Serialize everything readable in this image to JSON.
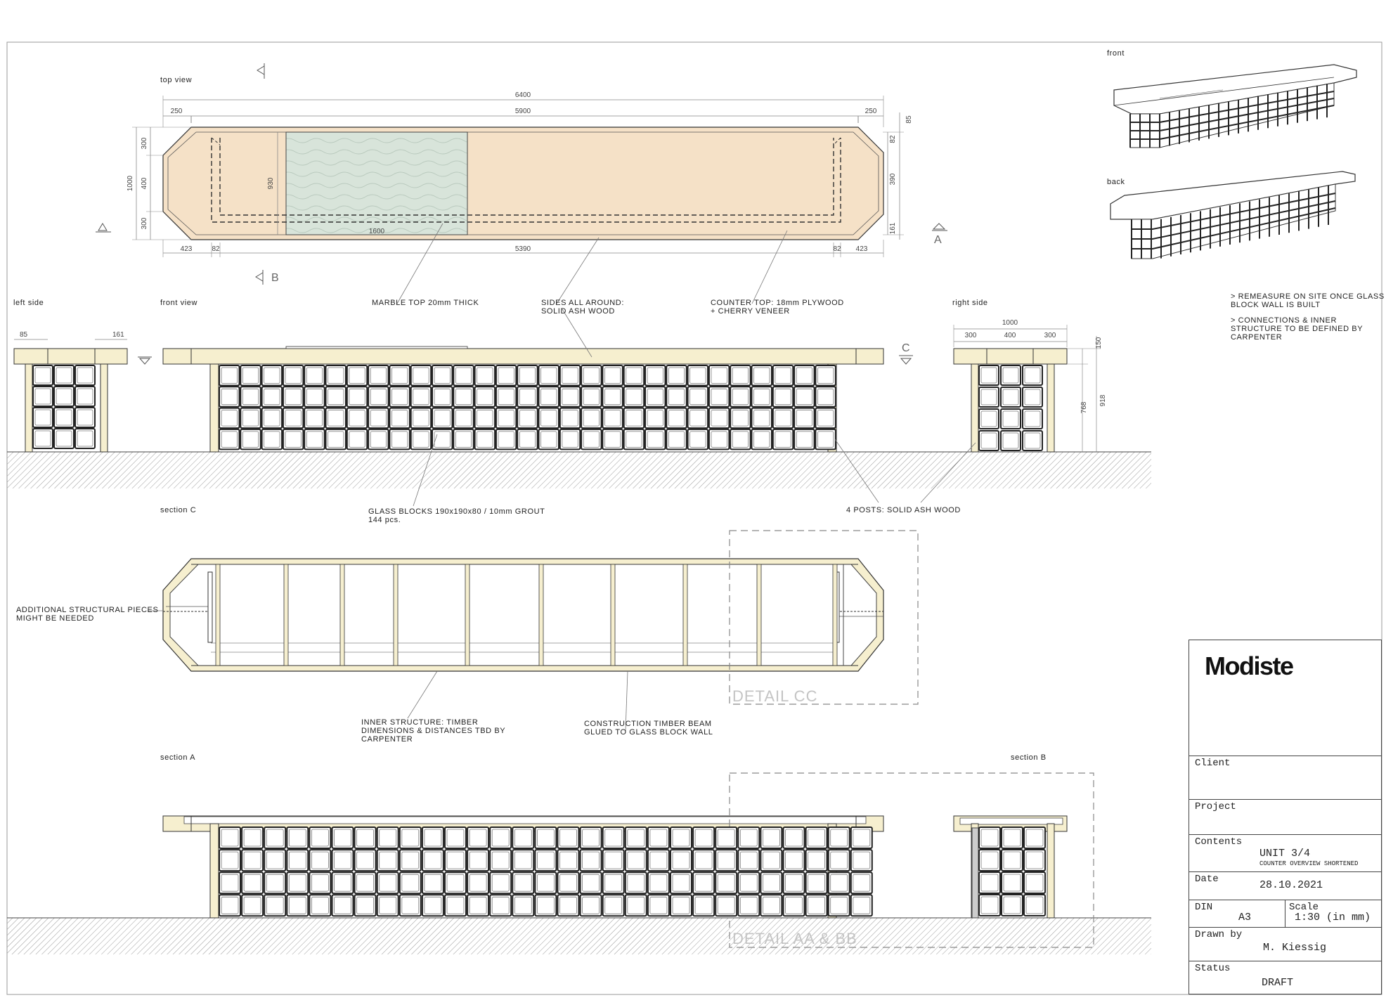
{
  "views": {
    "top_view": "top view",
    "front_iso": "front",
    "back_iso": "back",
    "left_side": "left side",
    "front_view": "front view",
    "right_side": "right side",
    "section_c": "section C",
    "section_a": "section A",
    "section_b": "section B"
  },
  "dimensions": {
    "total": "6400",
    "inner": "5900",
    "end_left": "250",
    "end_right": "250",
    "gap_right": "85",
    "w300a": "300",
    "w400": "400",
    "w300b": "300",
    "w1000": "1000",
    "w930": "930",
    "w1600": "1600",
    "w390": "390",
    "w82a": "82",
    "w161": "161",
    "b423a": "423",
    "b82a": "82",
    "b5390": "5390",
    "b82b": "82",
    "b423b": "423",
    "ls85": "85",
    "ls161": "161",
    "rs1000": "1000",
    "rs300a": "300",
    "rs400": "400",
    "rs300b": "300",
    "rs150": "150",
    "rs768": "768",
    "rs918": "918"
  },
  "markers": {
    "a": "A",
    "b": "B",
    "c": "C"
  },
  "annotations": {
    "marble": "MARBLE TOP 20mm THICK",
    "sides": "SIDES ALL AROUND:\nSOLID ASH WOOD",
    "counter_top": "COUNTER TOP: 18mm PLYWOOD\n+ CHERRY VENEER",
    "glass_blocks": "GLASS BLOCKS 190x190x80 / 10mm GROUT\n144 pcs.",
    "posts": "4 POSTS: SOLID ASH WOOD",
    "additional": "ADDITIONAL STRUCTURAL PIECES\nMIGHT BE NEEDED",
    "inner_structure": "INNER STRUCTURE: TIMBER\nDIMENSIONS & DISTANCES TBD BY\nCARPENTER",
    "timber_beam": "CONSTRUCTION TIMBER BEAM\nGLUED TO GLASS BLOCK WALL",
    "detail_cc": "DETAIL CC",
    "detail_aa_bb": "DETAIL AA & BB"
  },
  "notes": [
    [
      "> REMEASURE ON SITE ONCE GLASS",
      "BLOCK WALL IS BUILT"
    ],
    [
      "> CONNECTIONS & INNER",
      "STRUCTURE TO BE DEFINED BY",
      "CARPENTER"
    ]
  ],
  "title_block": {
    "logo": "Modiste",
    "client_label": "Client",
    "client_value": "",
    "project_label": "Project",
    "project_value": "",
    "contents_label": "Contents",
    "contents_value": "UNIT 3/4",
    "contents_sub": "COUNTER OVERVIEW SHORTENED",
    "date_label": "Date",
    "date_value": "28.10.2021",
    "din_label": "DIN",
    "din_value": "A3",
    "scale_label": "Scale",
    "scale_value": "1:30 (in mm)",
    "drawn_label": "Drawn by",
    "drawn_value": "M. Kiessig",
    "status_label": "Status",
    "status_value": "DRAFT"
  },
  "colors": {
    "wood": "#f6efcf",
    "top": "#f5e1c7",
    "marble": "#d8e4da",
    "line": "#333333",
    "ground": "#c8c8c8"
  }
}
